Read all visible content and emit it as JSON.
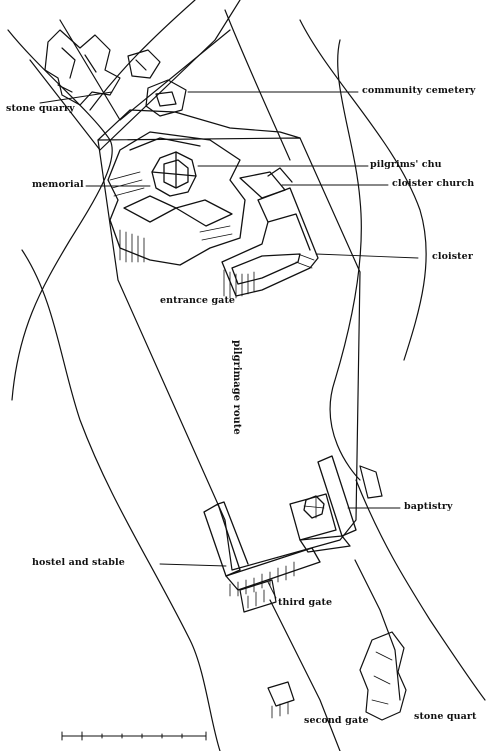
{
  "labels": {
    "stone_quarry_top": "stone quarry",
    "community_cemetery": "community cemetery",
    "pilgrims_church": "pilgrims' chu",
    "memorial": "memorial",
    "cloister_church": "cloister church",
    "cloister": "cloister",
    "entrance_gate": "entrance gate",
    "pilgrimage_route": "pilgrimage route",
    "baptistry": "baptistry",
    "hostel_and_stable": "hostel and stable",
    "third_gate": "third gate",
    "second_gate": "second gate",
    "stone_quarry_bottom": "stone quart"
  }
}
